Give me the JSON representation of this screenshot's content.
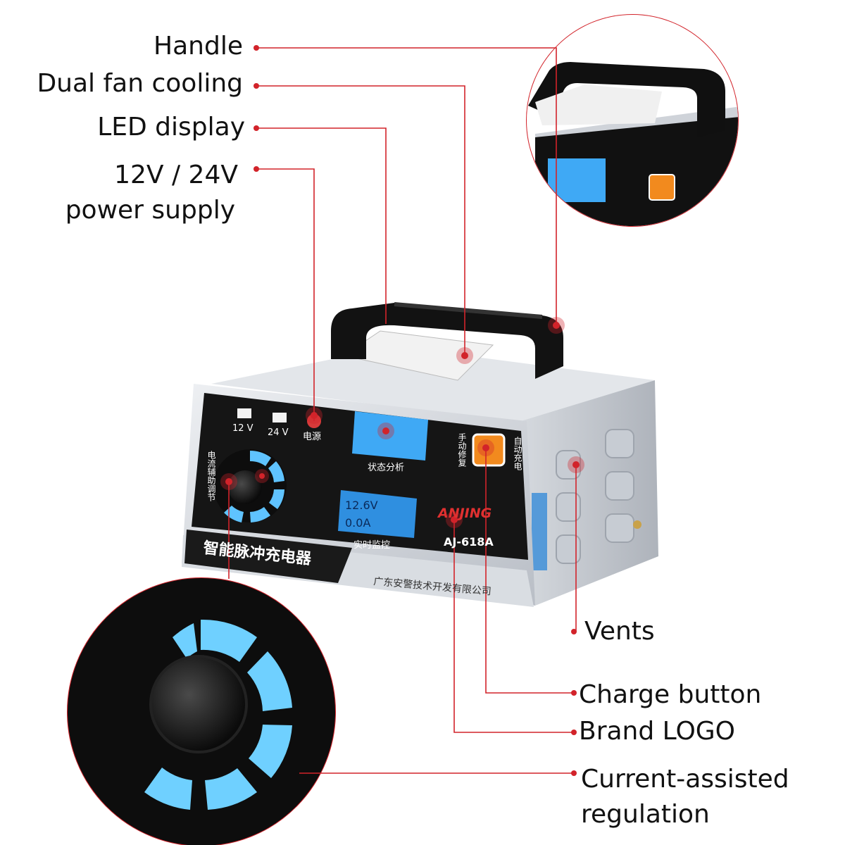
{
  "callouts": {
    "handle": "Handle",
    "dual_fan": "Dual fan cooling",
    "led_display": "LED display",
    "power_supply_line1": "12V / 24V",
    "power_supply_line2": "power supply",
    "vents": "Vents",
    "charge_button": "Charge button",
    "brand_logo": "Brand LOGO",
    "current_line1": "Current-assisted",
    "current_line2": "regulation"
  },
  "device": {
    "v12": "12 V",
    "v24": "24 V",
    "power_cn": "电源",
    "status_cn": "状态分析",
    "monitor_cn": "实时监控",
    "manual_cn": "手动修复",
    "auto_cn": "自动充电",
    "knob_cn": "电流辅助调节",
    "brand": "ANJING",
    "model": "AJ-618A",
    "product_cn": "智能脉冲充电器",
    "company_cn": "广东安警技术开发有限公司",
    "lcd_volt": "12.6V",
    "lcd_amp": "0.0A"
  },
  "colors": {
    "line": "#d2232a",
    "lcd": "#3fa9f5",
    "panel": "#151515",
    "body": "#c8ccd2"
  }
}
